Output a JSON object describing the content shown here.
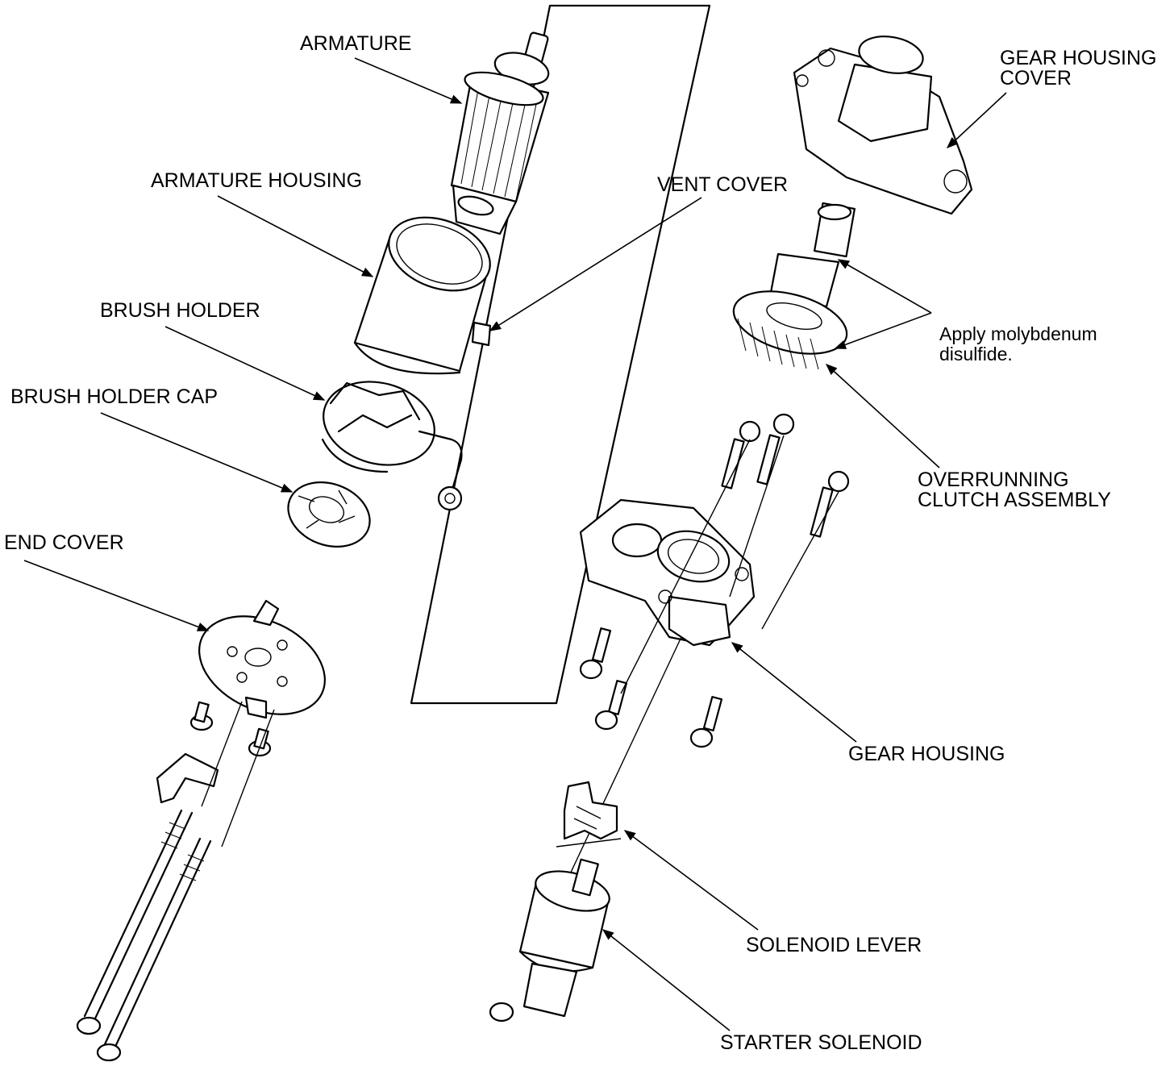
{
  "labels": {
    "armature": "ARMATURE",
    "armature_housing": "ARMATURE HOUSING",
    "brush_holder": "BRUSH HOLDER",
    "brush_holder_cap": "BRUSH HOLDER CAP",
    "end_cover": "END COVER",
    "vent_cover": "VENT COVER",
    "gear_housing_cover_line1": "GEAR HOUSING",
    "gear_housing_cover_line2": "COVER",
    "apply_line1": "Apply molybdenum",
    "apply_line2": "disulfide.",
    "overrunning_line1": "OVERRUNNING",
    "overrunning_line2": "CLUTCH ASSEMBLY",
    "gear_housing": "GEAR HOUSING",
    "solenoid_lever": "SOLENOID LEVER",
    "starter_solenoid": "STARTER SOLENOID"
  }
}
